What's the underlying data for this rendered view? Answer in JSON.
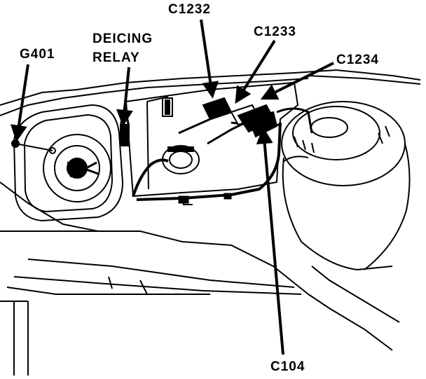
{
  "diagram": {
    "callouts": {
      "c1232": "C1232",
      "c1233": "C1233",
      "c1234": "C1234",
      "g401": "G401",
      "deicing_line1": "DEICING",
      "deicing_line2": "RELAY",
      "c104": "C104"
    },
    "colors": {
      "ink": "#000000",
      "paper": "#ffffff"
    }
  }
}
